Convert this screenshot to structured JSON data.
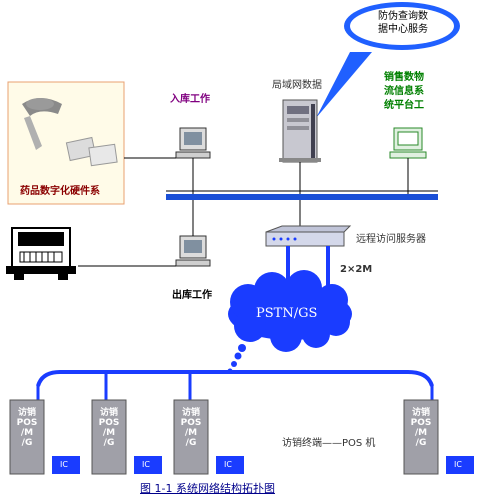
{
  "bubble": {
    "line1": "防伪查询数",
    "line2": "据中心服务"
  },
  "labels": {
    "inbound": "入库工作",
    "lan_data": "局域网数据",
    "sales_line1": "销售数物",
    "sales_line2": "流信息系",
    "sales_line3": "统平台工",
    "hardware": "药品数字化硬件系",
    "remote_server": "远程访问服务器",
    "link": "2×2M",
    "outbound": "出库工作",
    "cloud": "PSTN/GS",
    "terminal": "访销终端——POS 机"
  },
  "pos": {
    "line1": "访销",
    "line2": "POS",
    "line3": "/M",
    "line4": "/G",
    "ic": "IC"
  },
  "caption": "图 1-1 系统网络结构拓扑图",
  "colors": {
    "bus": "#1a4fd6",
    "cloud": "#1a3cff",
    "bubble": "#2060ff",
    "pos_body": "#a0a0a8",
    "ic": "#1a3cff"
  }
}
